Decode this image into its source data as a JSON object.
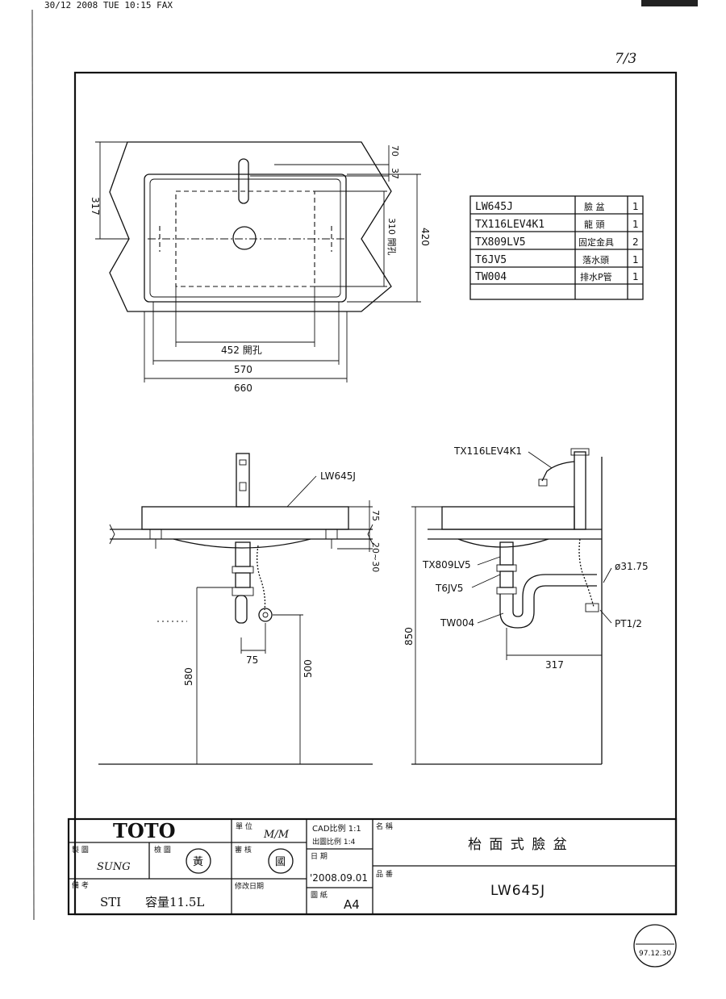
{
  "fax_header": "30/12 2008 TUE 10:15 FAX",
  "page_mark": "7/3",
  "parts_table": [
    {
      "model": "LW645J",
      "name": "臉 盆",
      "qty": "1"
    },
    {
      "model": "TX116LEV4K1",
      "name": "龍 頭",
      "qty": "1"
    },
    {
      "model": "TX809LV5",
      "name": "固定金具",
      "qty": "2"
    },
    {
      "model": "T6JV5",
      "name": "落水頭",
      "qty": "1"
    },
    {
      "model": "TW004",
      "name": "排水P管",
      "qty": "1"
    }
  ],
  "plan_view": {
    "dim_317": "317",
    "dim_70": "70",
    "dim_37": "37",
    "dim_310": "310 開孔",
    "dim_420": "420",
    "dim_452": "452 開孔",
    "dim_570": "570",
    "dim_660": "660"
  },
  "front_view": {
    "label_lw645j": "LW645J",
    "dim_75": "75",
    "dim_20_30": "20~30",
    "dim_75_bottom": "75",
    "dim_580": "580",
    "dim_500": "500"
  },
  "side_view": {
    "label_faucet": "TX116LEV4K1",
    "label_bracket": "TX809LV5",
    "label_drain": "T6JV5",
    "label_trap": "TW004",
    "label_dia": "ø31.75",
    "label_pt": "PT1/2",
    "dim_850": "850",
    "dim_317": "317"
  },
  "title_block": {
    "brand": "TOTO",
    "unit_label": "單 位",
    "unit_value": "M/M",
    "cad_scale": "CAD比例 1:1",
    "print_scale": "出圖比例 1:4",
    "name_label": "名 稱",
    "name_value": "枱 面 式 臉 盆",
    "drawn_label": "製 圖",
    "drawn_value": "SUNG",
    "checked_label": "檢 圖",
    "checked_stamp": "黃",
    "approved_label": "審 核",
    "approved_stamp": "國",
    "date_label": "日 期",
    "date_value": "'2008.09.01",
    "part_no_label": "品 番",
    "part_no_value": "LW645J",
    "remarks_label": "備 考",
    "remarks_value": "STI",
    "capacity_value": "容量11.5L",
    "revision_label": "修改日期",
    "paper_label": "圖 紙",
    "paper_value": "A4"
  },
  "corner_stamp": {
    "date": "97.12.30"
  }
}
